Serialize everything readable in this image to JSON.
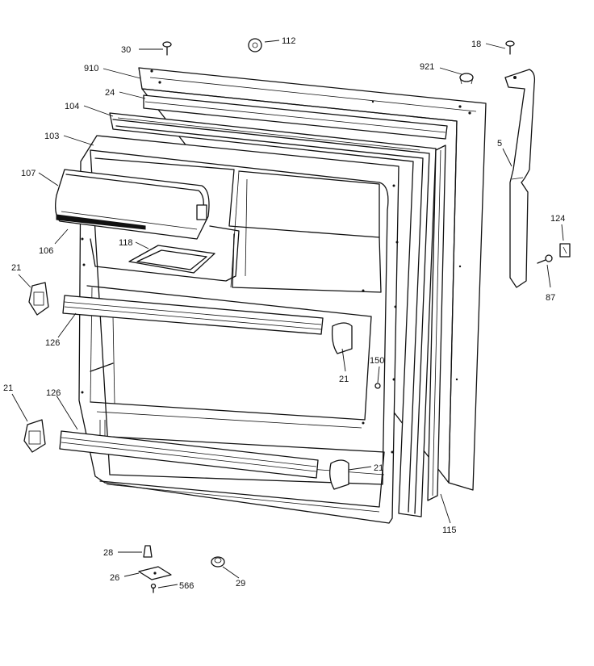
{
  "diagram": {
    "callouts": {
      "c30": "30",
      "c112": "112",
      "c18": "18",
      "c910": "910",
      "c921": "921",
      "c24": "24",
      "c104": "104",
      "c103": "103",
      "c5": "5",
      "c107": "107",
      "c124": "124",
      "c118": "118",
      "c106": "106",
      "c87": "87",
      "c21_left_upper": "21",
      "c126_upper": "126",
      "c21_mid_upper": "21",
      "c150": "150",
      "c21_left_lower": "21",
      "c126_lower": "126",
      "c21_mid_lower": "21",
      "c115": "115",
      "c28": "28",
      "c26": "26",
      "c566": "566",
      "c29": "29"
    }
  }
}
